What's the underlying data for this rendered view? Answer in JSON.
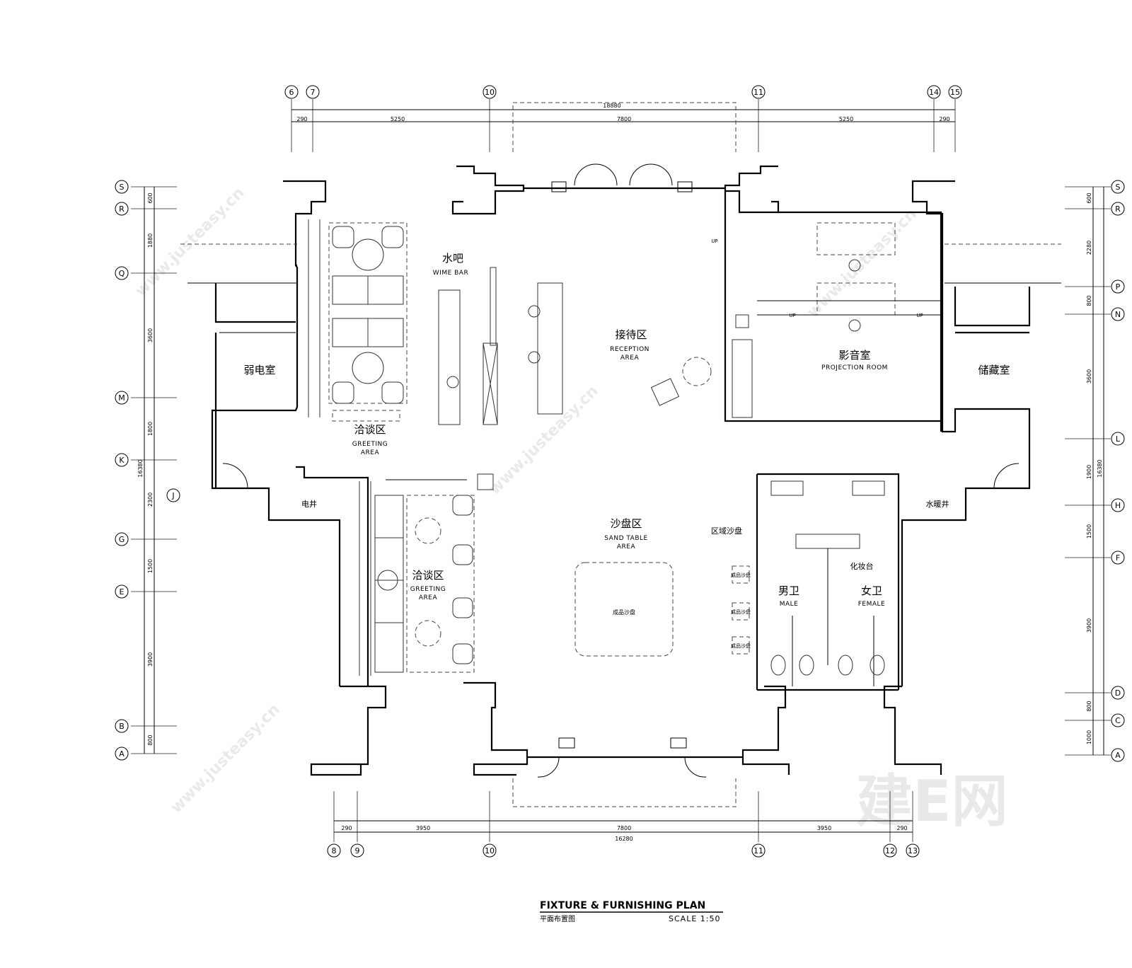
{
  "title": {
    "en": "FIXTURE & FURNISHING PLAN",
    "cn": "平面布置图",
    "scale": "SCALE 1:50"
  },
  "rooms": {
    "water_bar": {
      "cn": "水吧",
      "en": "WIME BAR"
    },
    "reception": {
      "cn": "接待区",
      "en1": "RECEPTION",
      "en2": "AREA"
    },
    "greeting_top": {
      "cn": "洽谈区",
      "en1": "GREETING",
      "en2": "AREA"
    },
    "greeting_bottom": {
      "cn": "洽谈区",
      "en1": "GREETING",
      "en2": "AREA"
    },
    "weak_current": {
      "cn": "弱电室"
    },
    "storage": {
      "cn": "储藏室"
    },
    "projection": {
      "cn": "影音室",
      "en": "PROJECTION ROOM"
    },
    "sand_table": {
      "cn": "沙盘区",
      "en1": "SAND TABLE",
      "en2": "AREA"
    },
    "electric_shaft": {
      "cn": "电井"
    },
    "water_shaft": {
      "cn": "水暖井"
    },
    "male": {
      "cn": "男卫",
      "en": "MALE"
    },
    "female": {
      "cn": "女卫",
      "en": "FEMALE"
    },
    "vanity": {
      "cn": "化妆台"
    },
    "regional_sand": {
      "cn": "区域沙盘"
    },
    "finished_sand": {
      "cn": "成品沙盘"
    },
    "unit_sand_1": {
      "cn": "成品沙盘"
    },
    "unit_sand_2": {
      "cn": "成品沙盘"
    },
    "unit_sand_3": {
      "cn": "成品沙盘"
    }
  },
  "up_labels": [
    "UP",
    "UP",
    "UP"
  ],
  "grid_top": [
    "6",
    "7",
    "10",
    "11",
    "14",
    "15"
  ],
  "grid_bottom": [
    "8",
    "9",
    "10",
    "11",
    "12",
    "13"
  ],
  "grid_left": [
    "S",
    "R",
    "Q",
    "M",
    "K",
    "J",
    "G",
    "E",
    "B",
    "A"
  ],
  "grid_right": [
    "S",
    "R",
    "P",
    "N",
    "L",
    "H",
    "F",
    "D",
    "C",
    "A"
  ],
  "dims_top": {
    "total": "18880",
    "parts": [
      "290",
      "5250",
      "7800",
      "5250",
      "290"
    ]
  },
  "dims_bottom": {
    "total": "16280",
    "parts": [
      "290",
      "3950",
      "7800",
      "3950",
      "290"
    ]
  },
  "dims_left": {
    "total": "16380",
    "parts": [
      "600",
      "1880",
      "3600",
      "1800",
      "2300",
      "1500",
      "3900",
      "800"
    ]
  },
  "dims_right": {
    "total": "16380",
    "parts": [
      "600",
      "2280",
      "800",
      "3600",
      "1900",
      "1500",
      "3900",
      "800",
      "1000"
    ]
  },
  "watermark": {
    "logo": "建E网",
    "site": "www.justeasy.cn"
  }
}
